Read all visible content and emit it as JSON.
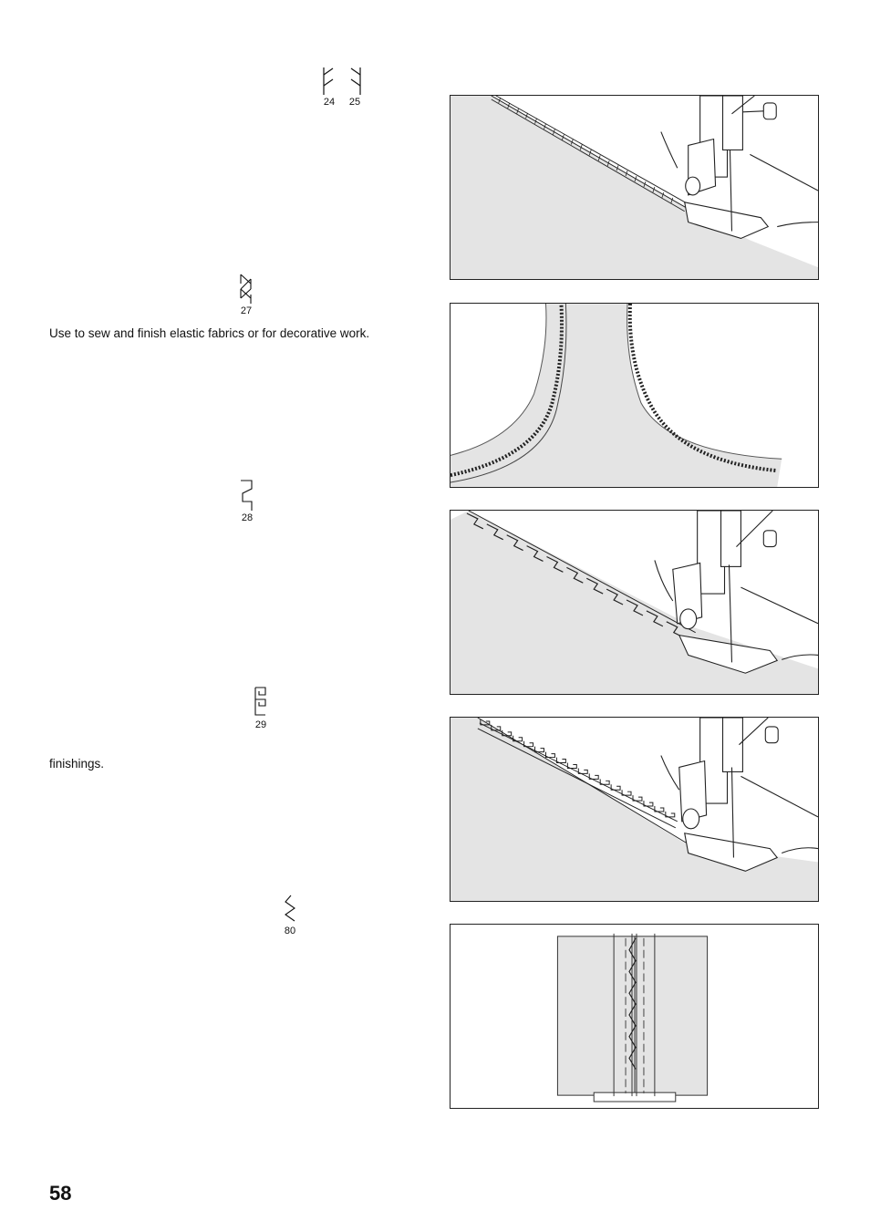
{
  "stitches": [
    {
      "id": "24",
      "label": "24"
    },
    {
      "id": "25",
      "label": "25"
    },
    {
      "id": "27",
      "label": "27"
    },
    {
      "id": "28",
      "label": "28"
    },
    {
      "id": "29",
      "label": "29"
    },
    {
      "id": "80",
      "label": "80"
    }
  ],
  "texts": {
    "elastic_use": "Use to sew and finish elastic fabrics or for decorative work.",
    "finishings": "finishings."
  },
  "page_number": "58",
  "icons": [
    "stitch-24-icon",
    "stitch-25-icon",
    "stitch-27-icon",
    "stitch-28-icon",
    "stitch-29-icon",
    "stitch-80-icon"
  ],
  "colors": {
    "fabric": "#e4e4e4",
    "line": "#222222",
    "border": "#222222"
  }
}
